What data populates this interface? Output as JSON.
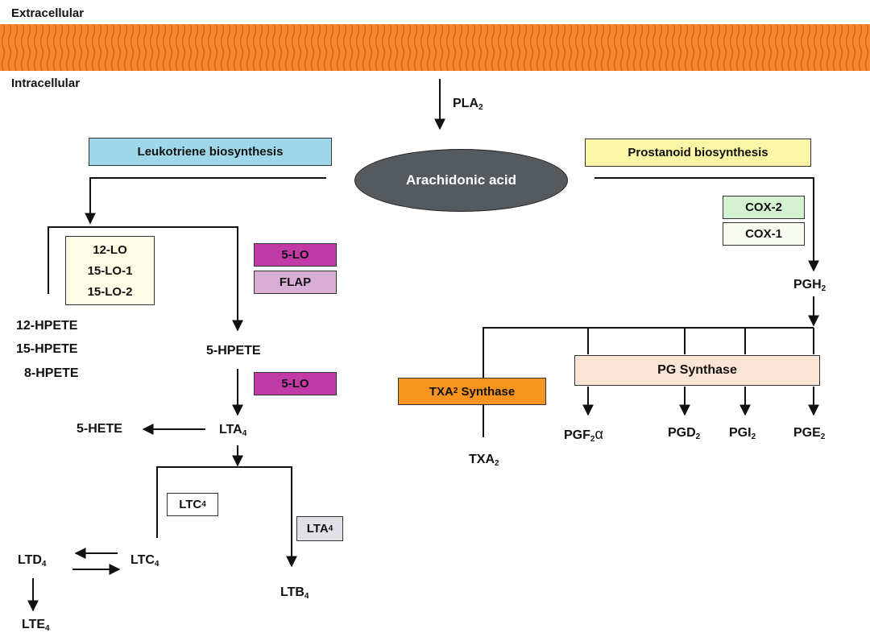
{
  "membrane": {
    "top_label": "Extracellular",
    "bottom_label": "Intracellular",
    "color": "#f7892e"
  },
  "enzyme_pla2": {
    "base": "PLA",
    "sub": "2"
  },
  "central": {
    "label": "Arachidonic acid",
    "color": "#555a5e"
  },
  "headers": {
    "leukotriene": {
      "label": "Leukotriene biosynthesis",
      "color": "#9fd7ea"
    },
    "prostanoid": {
      "label": "Prostanoid biosynthesis",
      "color": "#fbf7a6"
    }
  },
  "lo_box": {
    "items": [
      "12-LO",
      "15-LO-1",
      "15-LO-2"
    ],
    "color": "#fffde6"
  },
  "enzymes": {
    "five_lo_top": {
      "label": "5-LO",
      "color": "#c13aa6"
    },
    "flap": {
      "label": "FLAP",
      "color": "#d8aed6"
    },
    "five_lo_mid": {
      "label": "5-LO",
      "color": "#c13aa6"
    },
    "cox2": {
      "label": "COX-2",
      "color": "#d4f2d2"
    },
    "cox1": {
      "label": "COX-1",
      "color": "#f7fbf2"
    },
    "pg_synthase": {
      "label": "PG Synthase",
      "color": "#fde5d6"
    },
    "txa2_synthase": {
      "base": "TXA",
      "sub": "2",
      "suffix": " Synthase",
      "color": "#f7941e"
    },
    "ltc4_enzyme": {
      "base": "LTC",
      "sub": "4"
    },
    "lta4_enzyme": {
      "base": "LTA",
      "sub": "4",
      "color": "#e3dfe6"
    }
  },
  "products": {
    "hpetes": [
      "12-HPETE",
      "15-HPETE",
      "8-HPETE"
    ],
    "five_hpete": "5-HPETE",
    "five_hete": "5-HETE",
    "lta4": {
      "base": "LTA",
      "sub": "4"
    },
    "ltc4": {
      "base": "LTC",
      "sub": "4"
    },
    "ltd4": {
      "base": "LTD",
      "sub": "4"
    },
    "lte4": {
      "base": "LTE",
      "sub": "4"
    },
    "ltb4": {
      "base": "LTB",
      "sub": "4"
    },
    "pgh2": {
      "base": "PGH",
      "sub": "2"
    },
    "txa2": {
      "base": "TXA",
      "sub": "2"
    },
    "pgf2a": {
      "base": "PGF",
      "sub": "2",
      "suffix": "α"
    },
    "pgd2": {
      "base": "PGD",
      "sub": "2"
    },
    "pgi2": {
      "base": "PGI",
      "sub": "2"
    },
    "pge2": {
      "base": "PGE",
      "sub": "2"
    }
  }
}
